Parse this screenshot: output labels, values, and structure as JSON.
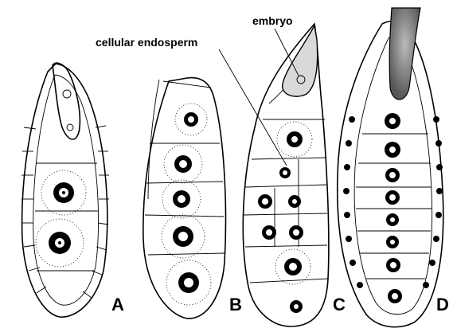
{
  "figure": {
    "callouts": {
      "embryo": "embryo",
      "cellular_endosperm": "cellular endosperm"
    },
    "panel_labels": [
      "A",
      "B",
      "C",
      "D"
    ]
  }
}
